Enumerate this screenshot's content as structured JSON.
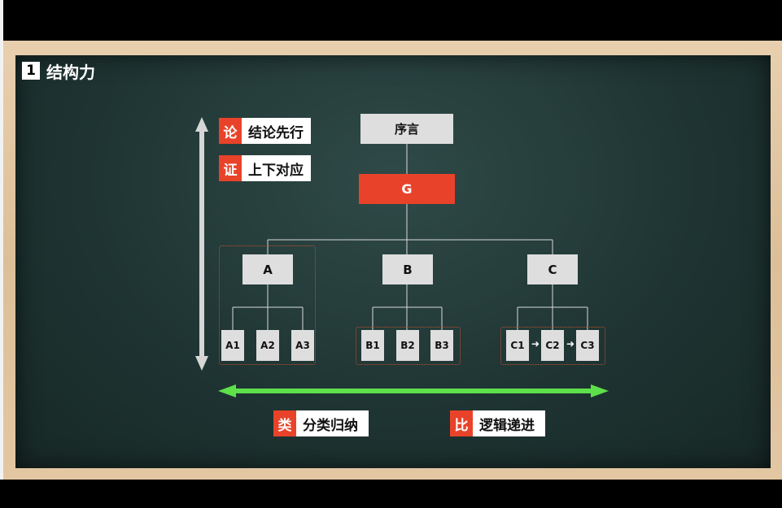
{
  "title": {
    "number": "1",
    "text": "结构力"
  },
  "tags": {
    "lun": {
      "key": "论",
      "value": "结论先行"
    },
    "zheng": {
      "key": "证",
      "value": "上下对应"
    },
    "lei": {
      "key": "类",
      "value": "分类归纳"
    },
    "bi": {
      "key": "比",
      "value": "逻辑递进"
    }
  },
  "tree": {
    "intro": "序言",
    "goal": "G",
    "branches": [
      {
        "label": "A",
        "children": [
          "A1",
          "A2",
          "A3"
        ]
      },
      {
        "label": "B",
        "children": [
          "B1",
          "B2",
          "B3"
        ]
      },
      {
        "label": "C",
        "children": [
          "C1",
          "C2",
          "C3"
        ]
      }
    ]
  },
  "colors": {
    "accent_red": "#e8432a",
    "board": "#1f3533",
    "arrow_green": "#5de04a",
    "arrow_grey": "#d6d6d6",
    "box_grey": "#dedede"
  }
}
